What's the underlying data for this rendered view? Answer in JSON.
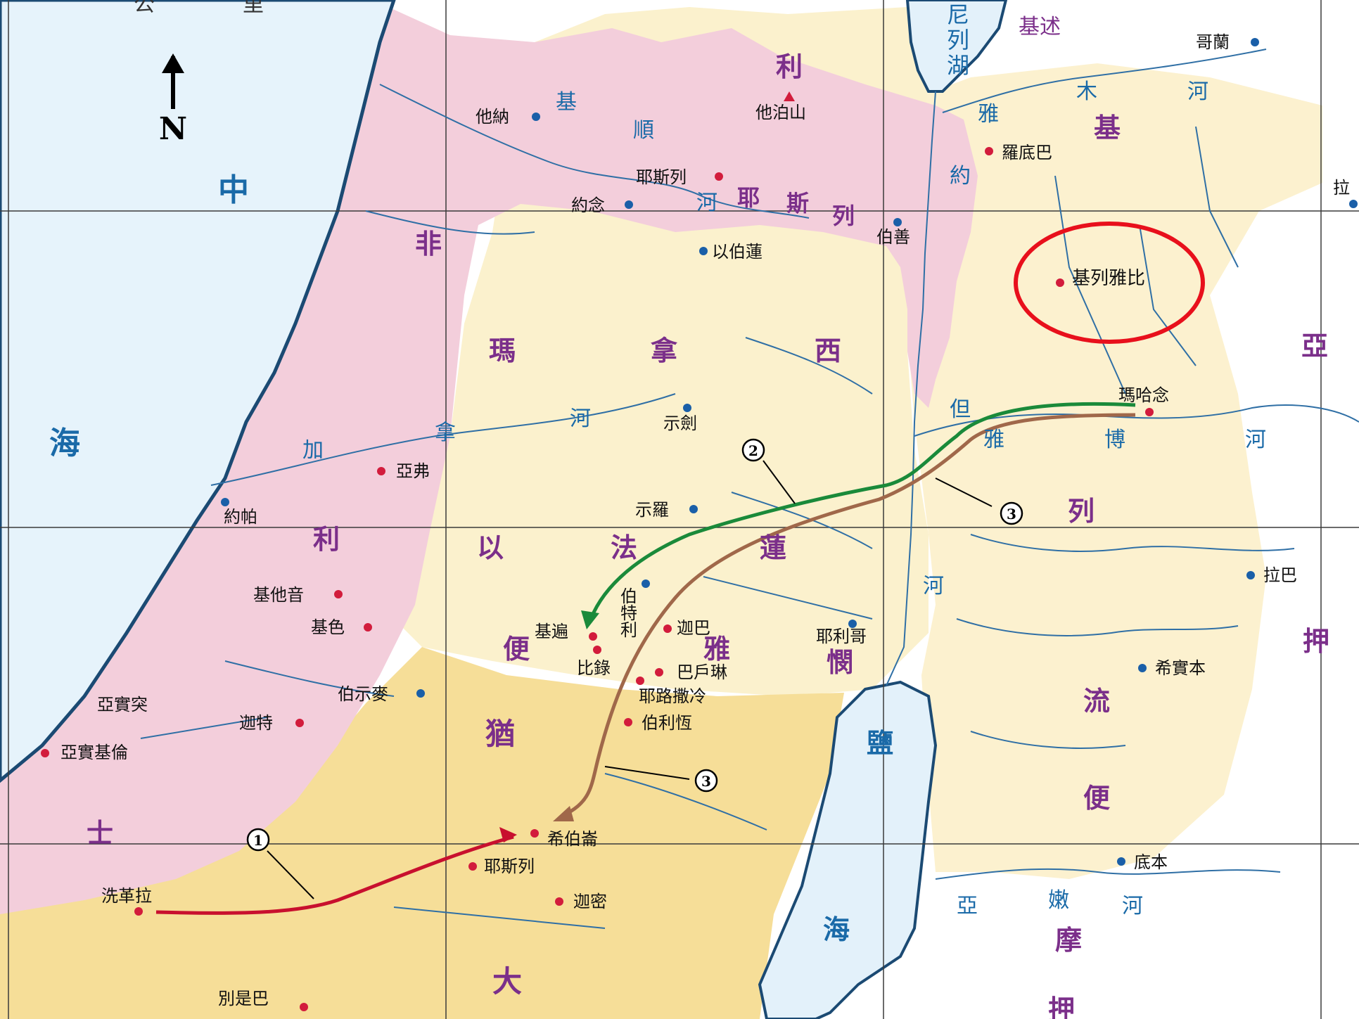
{
  "colors": {
    "sea": "#e8f4fb",
    "sea_edge": "#1a4f7a",
    "philistia": "#f2d0dc",
    "israel": "#fbf2cf",
    "judah": "#f5df9a",
    "gilead": "#fcf3d2",
    "river": "#2f6fa5",
    "city_red": "#d21c3c",
    "city_blue": "#1a5fa8",
    "region_text": "#7b2f8a",
    "water_text": "#1a6aa8",
    "route1": "#c8102e",
    "route2": "#1a8a3a",
    "route3": "#a0684a",
    "highlight_circle": "#e8101c"
  },
  "top_partial": {
    "left": "公",
    "right": "里"
  },
  "compass": {
    "letter": "N"
  },
  "water": {
    "galilee": [
      "尼",
      "列",
      "湖"
    ],
    "mediterranean": [
      "中",
      "海"
    ],
    "dead_sea": [
      "鹽",
      "海"
    ]
  },
  "rivers": {
    "kishon": [
      "基",
      "順",
      "河"
    ],
    "jezreel_river": "河",
    "kanah": [
      "拿",
      "河",
      "加"
    ],
    "jordan": [
      "約",
      "但",
      "河"
    ],
    "yarmuk": [
      "雅",
      "木",
      "河"
    ],
    "jabbok": [
      "雅",
      "博",
      "河"
    ],
    "arnon": [
      "亞",
      "嫩",
      "河"
    ]
  },
  "regions": {
    "philistia": [
      "非",
      "利",
      "士"
    ],
    "ephraim_manasseh": [
      "瑪",
      "拿",
      "西"
    ],
    "ephraim": [
      "以",
      "法",
      "蓮"
    ],
    "benjamin": [
      "便",
      "雅",
      "憫"
    ],
    "judah": [
      "猶",
      "大"
    ],
    "galilee_top": "利",
    "jezreel": [
      "耶",
      "斯",
      "列"
    ],
    "gilead_label": [
      "基",
      "列"
    ],
    "reuben": [
      "流",
      "便"
    ],
    "gad_aram": "亞",
    "ammon": "押",
    "geshur": "基述",
    "moab": [
      "摩",
      "押"
    ]
  },
  "cities": {
    "taanach": "他納",
    "tabor": "他泊山",
    "jezreel": "耶斯列",
    "shunem": "約念",
    "ibleam": "以伯蓮",
    "bethshan": "伯善",
    "golan": "哥蘭",
    "lodebar": "羅底巴",
    "ramoth_gilead": "基列雅比",
    "raba_top": "拉",
    "mahanaim": "瑪哈念",
    "shechem": "示劍",
    "aphek": "亞弗",
    "joppa": "約帕",
    "shiloh": "示羅",
    "gibbethon": "基他音",
    "gezer": "基色",
    "bethel": "伯特利",
    "gibeon": "基遍",
    "geba": "迦巴",
    "beeroth": "比錄",
    "jericho": "耶利哥",
    "rabbah": "拉巴",
    "bahurim": "巴戶琳",
    "jerusalem": "耶路撒冷",
    "ashdod": "亞實突",
    "bethshemesh": "伯示麥",
    "gath": "迦特",
    "bethlehem": "伯利恆",
    "heshbon": "希實本",
    "ashkelon": "亞實基倫",
    "hebron": "希伯崙",
    "jezreel_south": "耶斯列",
    "ziklag": "洗革拉",
    "carmel": "迦密",
    "dibon": "底本",
    "beersheba": "別是巴"
  },
  "route_markers": [
    "1",
    "2",
    "3",
    "3"
  ]
}
